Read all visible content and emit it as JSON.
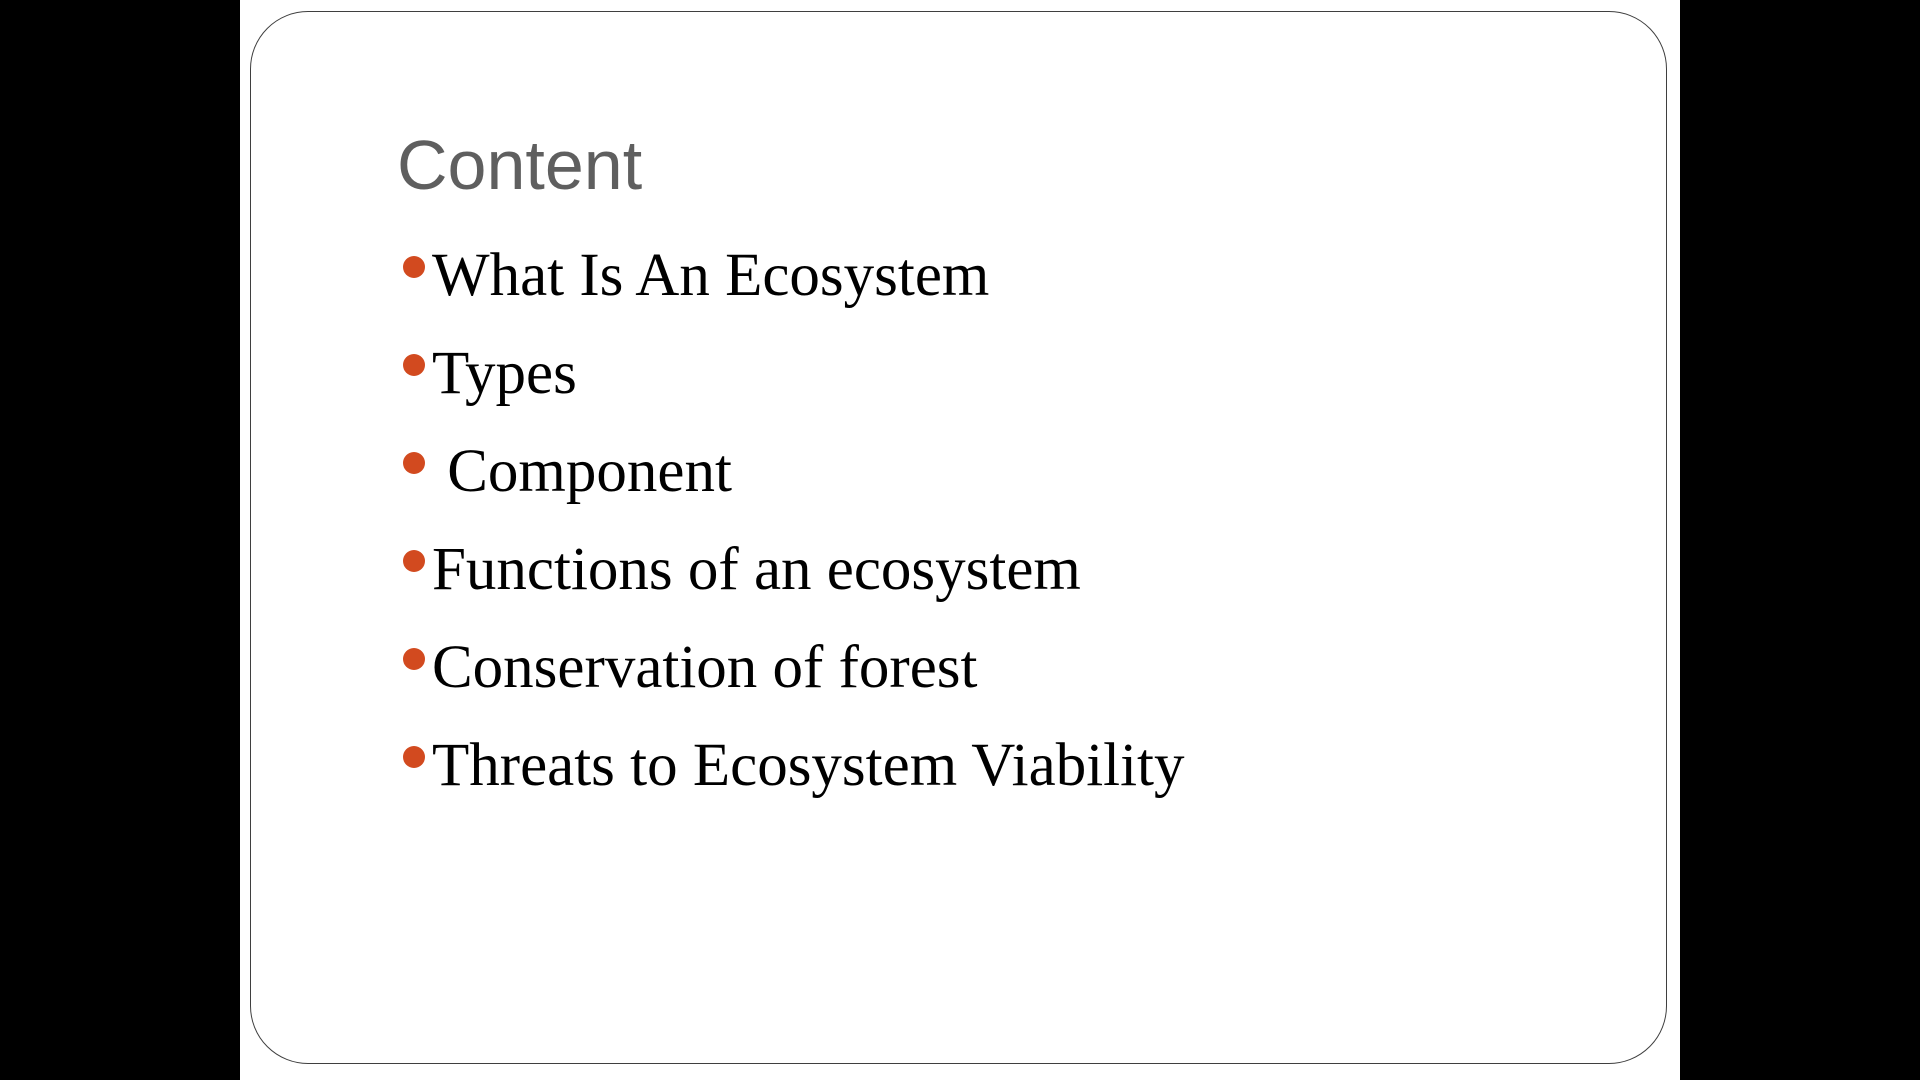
{
  "slide": {
    "title": "Content",
    "bullet_color": "#d24a1f",
    "bullets": [
      {
        "label": "What Is An Ecosystem"
      },
      {
        "label": "Types"
      },
      {
        "label": " Component"
      },
      {
        "label": "Functions of an ecosystem"
      },
      {
        "label": "Conservation of forest"
      },
      {
        "label": "Threats to Ecosystem Viability"
      }
    ]
  }
}
